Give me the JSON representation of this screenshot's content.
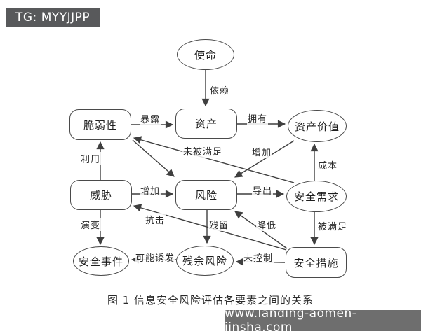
{
  "badge": {
    "text": "TG: MYYJJPP"
  },
  "caption": "图 1 信息安全风险评估各要素之间的关系",
  "watermark": {
    "text": "www.landing-aomen-jinsha.com"
  },
  "colors": {
    "line": "#3f3f3f",
    "node_border": "#4a4a4a",
    "badge_bg": "#58595b",
    "watermark_bg": "#6e6e6e",
    "background": "#ffffff"
  },
  "diagram": {
    "nodes": [
      {
        "id": "mission",
        "label": "使命",
        "shape": "ellipse"
      },
      {
        "id": "vulnerability",
        "label": "脆弱性",
        "shape": "rect"
      },
      {
        "id": "asset",
        "label": "资产",
        "shape": "rect"
      },
      {
        "id": "asset-value",
        "label": "资产价值",
        "shape": "ellipse"
      },
      {
        "id": "threat",
        "label": "威胁",
        "shape": "rect"
      },
      {
        "id": "risk",
        "label": "风险",
        "shape": "rect"
      },
      {
        "id": "security-requirement",
        "label": "安全需求",
        "shape": "ellipse"
      },
      {
        "id": "security-incident",
        "label": "安全事件",
        "shape": "ellipse"
      },
      {
        "id": "residual-risk",
        "label": "残余风险",
        "shape": "ellipse"
      },
      {
        "id": "security-measure",
        "label": "安全措施",
        "shape": "rect"
      }
    ],
    "edges": [
      {
        "from": "mission",
        "to": "asset",
        "label": "依赖"
      },
      {
        "from": "vulnerability",
        "to": "asset",
        "label": "暴露"
      },
      {
        "from": "asset",
        "to": "asset-value",
        "label": "拥有"
      },
      {
        "from": "threat",
        "to": "vulnerability",
        "label": "利用"
      },
      {
        "from": "security-requirement",
        "to": "vulnerability",
        "label": "未被满足"
      },
      {
        "from": "vulnerability",
        "to": "risk",
        "label": ""
      },
      {
        "from": "asset-value",
        "to": "risk",
        "label": "增加"
      },
      {
        "from": "threat",
        "to": "risk",
        "label": "增加"
      },
      {
        "from": "risk",
        "to": "security-requirement",
        "label": "导出"
      },
      {
        "from": "security-requirement",
        "to": "asset-value",
        "label": "成本"
      },
      {
        "from": "security-requirement",
        "to": "security-measure",
        "label": "被满足"
      },
      {
        "from": "threat",
        "to": "security-incident",
        "label": "演变"
      },
      {
        "from": "security-measure",
        "to": "threat",
        "label": "抗击"
      },
      {
        "from": "risk",
        "to": "residual-risk",
        "label": "残留"
      },
      {
        "from": "security-measure",
        "to": "risk",
        "label": "降低"
      },
      {
        "from": "security-measure",
        "to": "residual-risk",
        "label": "未控制"
      },
      {
        "from": "residual-risk",
        "to": "security-incident",
        "label": "可能诱发"
      }
    ]
  }
}
